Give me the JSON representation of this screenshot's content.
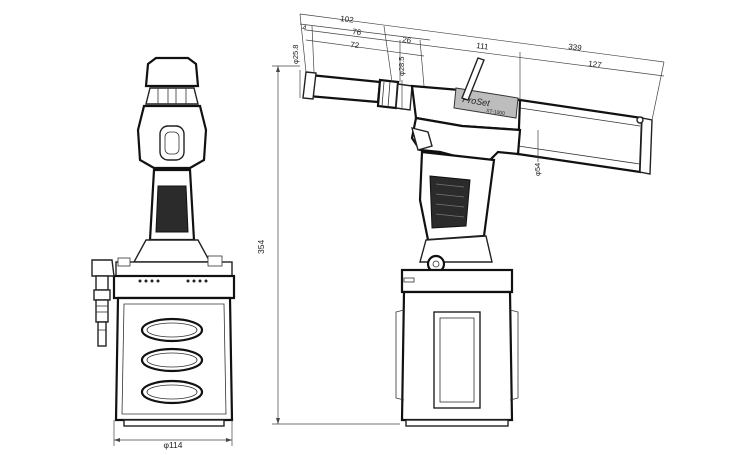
{
  "drawing": {
    "dimensions": {
      "overall_length": "339",
      "front_to_trigger": "102",
      "front_offset": "4",
      "nose_length": "76",
      "nose_inner": "72",
      "collar": "26",
      "mid_section": "111",
      "rear_cylinder": "127",
      "nose_diameter": "φ25.8",
      "collar_diameter": "φ28.5",
      "cylinder_diameter": "φ54",
      "total_height": "354",
      "base_diameter": "φ114"
    },
    "brand_text": "ProSet",
    "brand_subtext": "XT-1000"
  }
}
